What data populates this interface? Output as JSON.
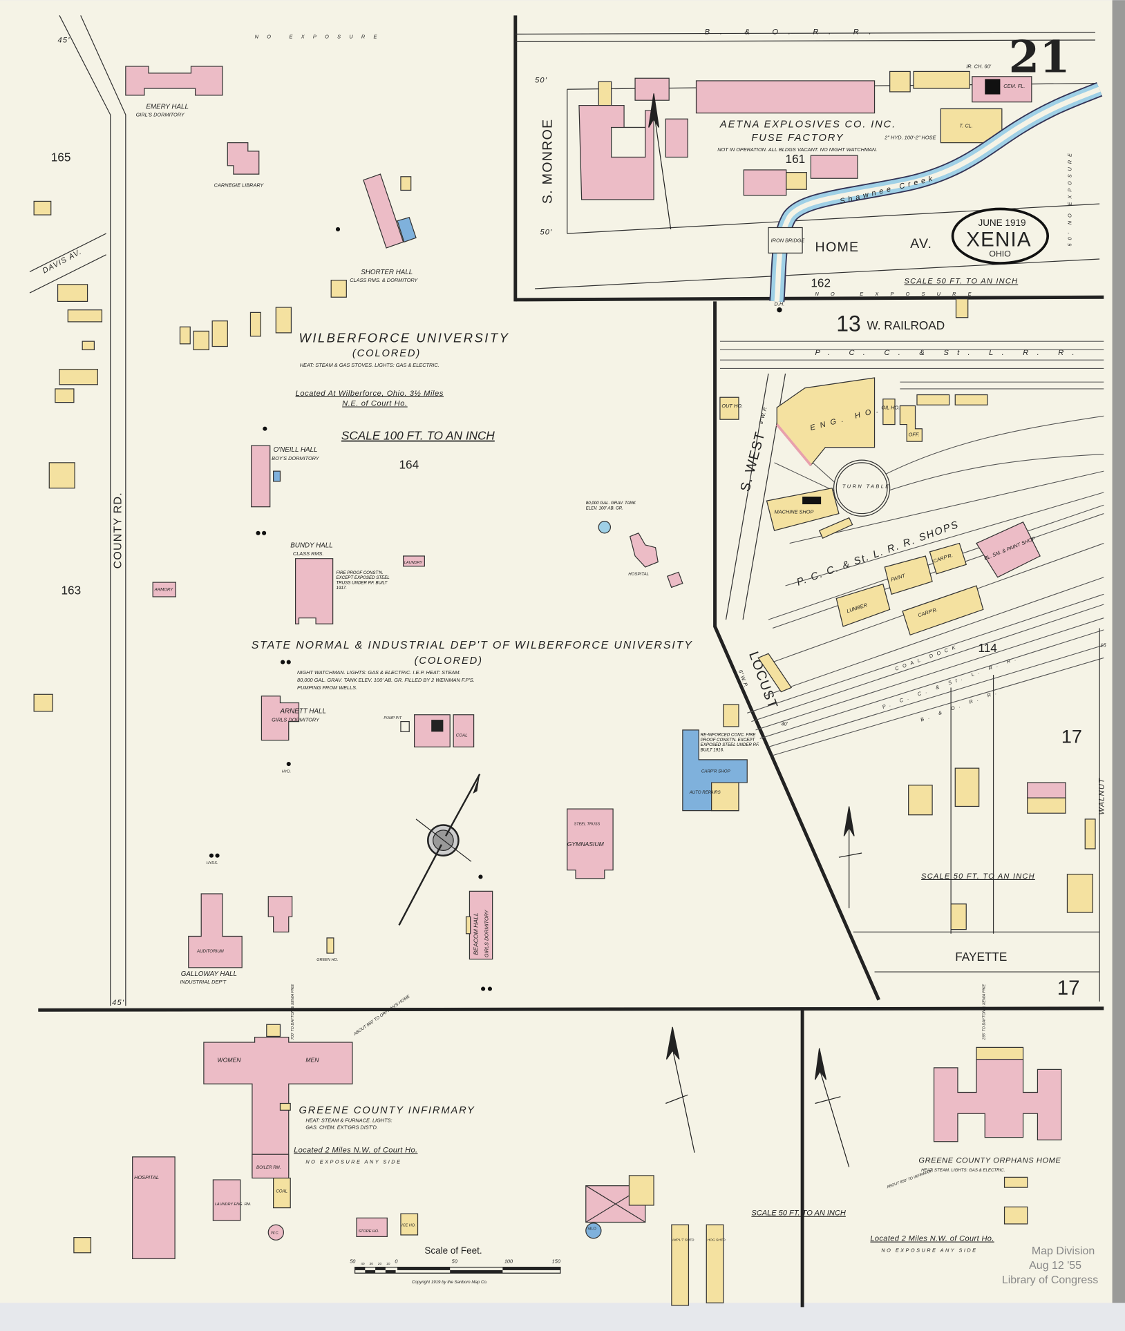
{
  "sheet": {
    "number": "21",
    "date": "JUNE 1919",
    "city": "XENIA",
    "state": "OHIO"
  },
  "colors": {
    "paper": "#f5f3e6",
    "brick": "#ecbcc6",
    "frame": "#f4e1a0",
    "fireproof": "#7fb1dc",
    "water": "#9fd0e6"
  },
  "inset_top": {
    "railroad": "B. & O. R. R.",
    "street_left": "S. MONROE",
    "width_50": "50'",
    "company": "AETNA EXPLOSIVES CO. INC.",
    "facility": "FUSE FACTORY",
    "note": "NOT IN OPERATION. ALL BLDGS VACANT. NO NIGHT WATCHMAN.",
    "block": "161",
    "creek": "Shawnee Creek",
    "bridge": "IRON BRIDGE",
    "street_home": "HOME",
    "street_av": "AV.",
    "block_below": "162",
    "scale": "SCALE 50 FT. TO AN INCH",
    "no_exposure": "NO EXPOSURE",
    "side_exposure": "50' NO EXPOSURE",
    "hydrant": "2\" HYD. 100'-2\" HOSE",
    "chimney": "IR. CH. 60'",
    "cem_fl": "CEM. FL.",
    "tcl": "T. CL."
  },
  "railroad_area": {
    "block": "13",
    "street": "W. RAILROAD",
    "rr_top": "P. C. C. & St. L. R. R.",
    "eng_ho": "ENG. HO.",
    "oil_ho": "OIL HO.",
    "off": "OFF.",
    "turn_table": "TURN TABLE",
    "machine_shop": "MACHINE SHOP",
    "shops": "P. C. C. & St. L. R. R. SHOPS",
    "lumber": "LUMBER",
    "paint": "PAINT",
    "carpr1": "CARP'R.",
    "carpr2": "CARP'R.",
    "bl_sm": "BL. SM. & PAINT SHOP",
    "coal_dock": "COAL DOCK",
    "rr_mid": "P. C. C. & St. L. R. R.",
    "rr_bottom": "B. & O. R. R.",
    "block_114": "114",
    "street_west": "S. WEST",
    "street_locust": "LOCUST",
    "water_main_1": "8\" W. P.",
    "water_main_2": "6\" W. P.",
    "out_ho": "OUT HO.",
    "dh": "D.H.",
    "block_17": "17",
    "walnut": "WALNUT",
    "fayette": "FAYETTE",
    "block_17b": "17",
    "scale": "SCALE 50 FT. TO AN INCH",
    "lot_15": "15",
    "width_40": "40'"
  },
  "campus": {
    "no_exposure": "NO EXPOSURE",
    "width_45": "45'",
    "block_165": "165",
    "block_163": "163",
    "davis_av": "DAVIS AV.",
    "county_rd": "COUNTY RD.",
    "emery_hall": "EMERY HALL",
    "emery_sub": "GIRL'S DORMITORY",
    "carnegie": "CARNEGIE LIBRARY",
    "shorter_hall": "SHORTER HALL",
    "shorter_sub": "CLASS RMS. & DORMITORY",
    "title": "WILBERFORCE UNIVERSITY",
    "colored": "(COLORED)",
    "heat": "HEAT: STEAM & GAS STOVES. LIGHTS: GAS & ELECTRIC.",
    "location_1": "Located At Wilberforce, Ohio. 3½ Miles",
    "location_2": "N.E. of Court Ho.",
    "scale": "SCALE 100 FT. TO AN INCH",
    "block_164": "164",
    "oneill_hall": "O'NEILL HALL",
    "oneill_sub": "BOY'S DORMITORY",
    "bundy_hall": "BUNDY HALL",
    "bundy_sub": "CLASS RMS.",
    "bundy_note": "FIRE PROOF CONST'N. EXCEPT EXPOSED STEEL TRUSS UNDER RF. BUILT 1917.",
    "laundry": "LAUNDRY",
    "armory": "ARMORY",
    "tank": "80,000 GAL. GRAV. TANK ELEV. 100' AB. GR.",
    "hospital": "HOSPITAL",
    "state_title": "STATE NORMAL & INDUSTRIAL DEP'T OF WILBERFORCE UNIVERSITY",
    "state_colored": "(COLORED)",
    "state_note_1": "NIGHT WATCHMAN. LIGHTS: GAS & ELECTRIC. I.E.P. HEAT: STEAM.",
    "state_note_2": "80,000 GAL. GRAV. TANK ELEV. 100' AB. GR. FILLED BY 2 WEINMAN F.P'S.",
    "state_note_3": "PUMPING FROM WELLS.",
    "arnett_hall": "ARNETT HALL",
    "arnett_sub": "GIRLS DORMITORY",
    "coal": "COAL",
    "pump_pit": "PUMP PIT",
    "gymnasium": "GYMNASIUM",
    "steel_truss": "STEEL TRUSS",
    "carp_shop": "CARP'R SHOP",
    "auto_repairs": "AUTO REPAIRS",
    "reinforced": "RE-INFORCED CONC. FIRE PROOF CONST'N. EXCEPT EXPOSED STEEL UNDER RF. BUILT 1916.",
    "galloway": "GALLOWAY HALL",
    "galloway_sub": "INDUSTRIAL DEP'T",
    "auditorium": "AUDITORIUM",
    "beacom": "BEACOM HALL",
    "beacom_sub": "GIRLS DORMITORY",
    "green_ho": "GREEN HO.",
    "hyd": "HYD.",
    "hyds": "HYDS."
  },
  "infirmary": {
    "women": "WOMEN",
    "men": "MEN",
    "title": "GREENE COUNTY INFIRMARY",
    "heat_1": "HEAT: STEAM & FURNACE. LIGHTS:",
    "heat_2": "GAS. CHEM. EXT'GRS DIST'D.",
    "location": "Located 2 Miles N.W. of Court Ho.",
    "no_exposure": "NO EXPOSURE ANY SIDE",
    "hospital": "HOSPITAL",
    "laundry": "LAUNDRY ENG. RM.",
    "boiler": "BOILER RM.",
    "coal": "COAL",
    "store": "STORE HO.",
    "ice": "ICE HO.",
    "wc": "W.C.",
    "to_orphans": "ABOUT 850' TO ORPHAN'S HOME",
    "to_pike": "700' TO DAYTON & XENIA PIKE",
    "silo": "SILO",
    "implt_shed": "IMP'L'T SHED",
    "hog_shed": "HOG SHED",
    "scale_50": "SCALE 50 FT. TO AN INCH"
  },
  "orphans_home": {
    "title": "GREENE COUNTY ORPHANS HOME",
    "heat": "HEAT: STEAM. LIGHTS: GAS & ELECTRIC.",
    "to_infirmary": "ABOUT 850' TO INFIRMARY",
    "to_pike": "235' TO DAYTON & XENIA PIKE",
    "location": "Located 2 Miles N.W. of Court Ho.",
    "no_exposure": "NO EXPOSURE ANY SIDE"
  },
  "scale_bar": {
    "title": "Scale of Feet.",
    "ticks": [
      "50",
      "40",
      "30",
      "20",
      "10",
      "0",
      "50",
      "100",
      "150"
    ],
    "copyright": "Copyright 1919 by the Sanborn Map Co."
  },
  "stamp": {
    "line1": "Map Division",
    "line2": "Aug 12 '55",
    "line3": "Library of Congress"
  }
}
